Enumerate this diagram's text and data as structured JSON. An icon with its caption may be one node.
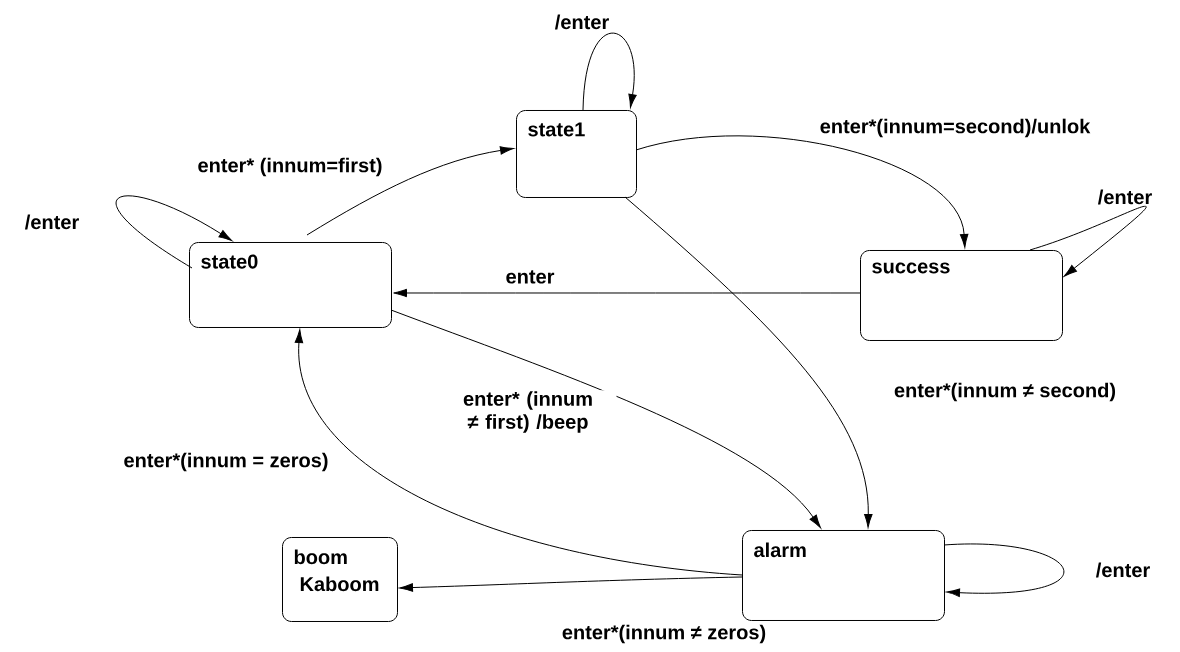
{
  "diagram": {
    "nodes": [
      {
        "text": [
          "state1"
        ]
      },
      {
        "text": [
          "state0"
        ]
      },
      {
        "text": [
          "success"
        ]
      },
      {
        "text": [
          "boom",
          "Kaboom"
        ]
      },
      {
        "text": [
          "alarm"
        ]
      }
    ],
    "edges": [
      {
        "from": 0,
        "to": 0,
        "arrow": "to",
        "label": "/enter"
      },
      {
        "from": 1,
        "to": 1,
        "arrow": "to",
        "label": "/enter"
      },
      {
        "from": 1,
        "to": 0,
        "arrow": "to",
        "label": "enter* (innum=first)"
      },
      {
        "from": 0,
        "to": 2,
        "arrow": "to",
        "label": "enter*(innum=second)/unlok"
      },
      {
        "from": 2,
        "to": 2,
        "arrow": "to",
        "label": "/enter"
      },
      {
        "from": 2,
        "to": 1,
        "arrow": "to",
        "label": "enter"
      },
      {
        "from": 0,
        "to": 4,
        "arrow": "to",
        "label": "enter*(innum ≠ second)"
      },
      {
        "from": 1,
        "to": 4,
        "arrow": "to",
        "label": "enter* (innum ≠ first) /beep"
      },
      {
        "from": 4,
        "to": 1,
        "arrow": "to",
        "label": "enter*(innum = zeros)"
      },
      {
        "from": 4,
        "to": 4,
        "arrow": "to",
        "label": "/enter"
      },
      {
        "from": 4,
        "to": 3,
        "arrow": "to",
        "label": "enter*(innum ≠ zeros)"
      }
    ]
  }
}
